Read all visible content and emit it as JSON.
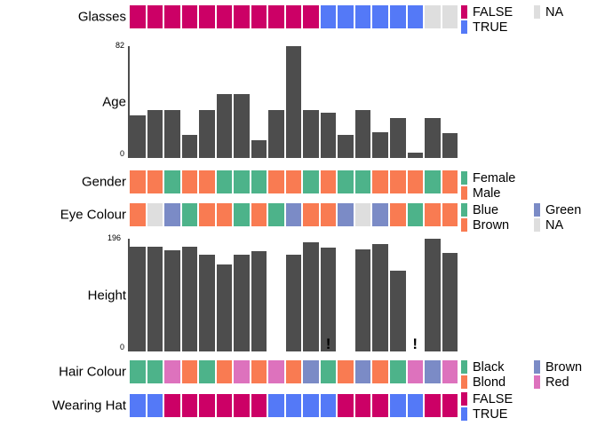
{
  "figure": {
    "type": "tableplot",
    "n_observations": 19,
    "panels": [
      "Glasses",
      "Age",
      "Gender",
      "Eye Colour",
      "Height",
      "Hair Colour",
      "Wearing Hat"
    ]
  },
  "colors": {
    "magenta": "#CC0066",
    "blue": "#5479F7",
    "grey_na": "#DEDEDE",
    "green_teal": "#4DB38A",
    "orange": "#F97B52",
    "periwinkle": "#7B8BC6",
    "pink": "#DD72BD",
    "bar_grey": "#4D4D4D",
    "axis": "#4D4D4D"
  },
  "panels": {
    "glasses": {
      "label": "Glasses",
      "type": "categorical",
      "values": [
        "FALSE",
        "FALSE",
        "FALSE",
        "FALSE",
        "FALSE",
        "FALSE",
        "FALSE",
        "FALSE",
        "FALSE",
        "FALSE",
        "FALSE",
        "TRUE",
        "TRUE",
        "TRUE",
        "TRUE",
        "TRUE",
        "TRUE",
        "NA",
        "NA"
      ],
      "legend": [
        {
          "label": "FALSE",
          "color": "#CC0066"
        },
        {
          "label": "NA",
          "color": "#DEDEDE"
        },
        {
          "label": "TRUE",
          "color": "#5479F7"
        }
      ]
    },
    "age": {
      "label": "Age",
      "type": "numeric",
      "axis_max_label": "82",
      "axis_min_label": "0",
      "ylim": [
        0,
        82
      ],
      "values": [
        31,
        35,
        35,
        17,
        35,
        47,
        47,
        13,
        35,
        82,
        35,
        33,
        17,
        35,
        19,
        29,
        4,
        29,
        18
      ]
    },
    "gender": {
      "label": "Gender",
      "type": "categorical",
      "values": [
        "Male",
        "Male",
        "Female",
        "Male",
        "Male",
        "Female",
        "Female",
        "Female",
        "Male",
        "Male",
        "Female",
        "Male",
        "Female",
        "Female",
        "Male",
        "Male",
        "Male",
        "Female",
        "Male"
      ],
      "legend": [
        {
          "label": "Female",
          "color": "#4DB38A"
        },
        {
          "label": "Male",
          "color": "#F97B52"
        }
      ]
    },
    "eye_colour": {
      "label": "Eye Colour",
      "type": "categorical",
      "values": [
        "Brown",
        "NA",
        "Green",
        "Blue",
        "Brown",
        "Brown",
        "Blue",
        "Brown",
        "Blue",
        "Green",
        "Brown",
        "Brown",
        "Green",
        "NA",
        "Green",
        "Brown",
        "Blue",
        "Brown",
        "Brown"
      ],
      "legend": [
        {
          "label": "Blue",
          "color": "#4DB38A"
        },
        {
          "label": "Green",
          "color": "#7B8BC6"
        },
        {
          "label": "Brown",
          "color": "#F97B52"
        },
        {
          "label": "NA",
          "color": "#DEDEDE"
        }
      ]
    },
    "height": {
      "label": "Height",
      "type": "numeric",
      "axis_max_label": "196",
      "axis_min_label": "0",
      "ylim": [
        0,
        196
      ],
      "values": [
        182,
        182,
        176,
        182,
        168,
        152,
        168,
        174,
        null,
        168,
        190,
        181,
        null,
        177,
        186,
        140,
        null,
        196,
        172
      ],
      "flags": [
        null,
        null,
        null,
        null,
        null,
        null,
        null,
        null,
        null,
        null,
        null,
        "!",
        null,
        null,
        null,
        null,
        "!",
        null,
        null
      ],
      "flag_symbol": "!"
    },
    "hair_colour": {
      "label": "Hair Colour",
      "type": "categorical",
      "values": [
        "Black",
        "Black",
        "Red",
        "Blond",
        "Black",
        "Blond",
        "Red",
        "Blond",
        "Red",
        "Blond",
        "Brown",
        "Black",
        "Blond",
        "Brown",
        "Blond",
        "Black",
        "Red",
        "Brown",
        "Red"
      ],
      "legend": [
        {
          "label": "Black",
          "color": "#4DB38A"
        },
        {
          "label": "Brown",
          "color": "#7B8BC6"
        },
        {
          "label": "Blond",
          "color": "#F97B52"
        },
        {
          "label": "Red",
          "color": "#DD72BD"
        }
      ]
    },
    "wearing_hat": {
      "label": "Wearing Hat",
      "type": "categorical",
      "values": [
        "TRUE",
        "TRUE",
        "FALSE",
        "FALSE",
        "FALSE",
        "FALSE",
        "FALSE",
        "FALSE",
        "TRUE",
        "TRUE",
        "TRUE",
        "TRUE",
        "FALSE",
        "FALSE",
        "FALSE",
        "TRUE",
        "TRUE",
        "FALSE",
        "FALSE"
      ],
      "legend": [
        {
          "label": "FALSE",
          "color": "#CC0066"
        },
        {
          "label": "TRUE",
          "color": "#5479F7"
        }
      ]
    }
  },
  "chart_data": {
    "type": "bar",
    "title": "",
    "charts": [
      {
        "name": "Age",
        "type": "bar",
        "ylabel": "Age",
        "ylim": [
          0,
          82
        ],
        "yticks": [
          0,
          82
        ],
        "values": [
          31,
          35,
          35,
          17,
          35,
          47,
          47,
          13,
          35,
          82,
          35,
          33,
          17,
          35,
          19,
          29,
          4,
          29,
          18
        ]
      },
      {
        "name": "Height",
        "type": "bar",
        "ylabel": "Height",
        "ylim": [
          0,
          196
        ],
        "yticks": [
          0,
          196
        ],
        "values": [
          182,
          182,
          176,
          182,
          168,
          152,
          168,
          174,
          null,
          168,
          190,
          181,
          null,
          177,
          186,
          140,
          null,
          196,
          172
        ],
        "missing_indices": [
          8,
          12,
          16
        ],
        "annotations": [
          {
            "index": 11,
            "text": "!"
          },
          {
            "index": 16,
            "text": "!"
          }
        ]
      }
    ]
  }
}
